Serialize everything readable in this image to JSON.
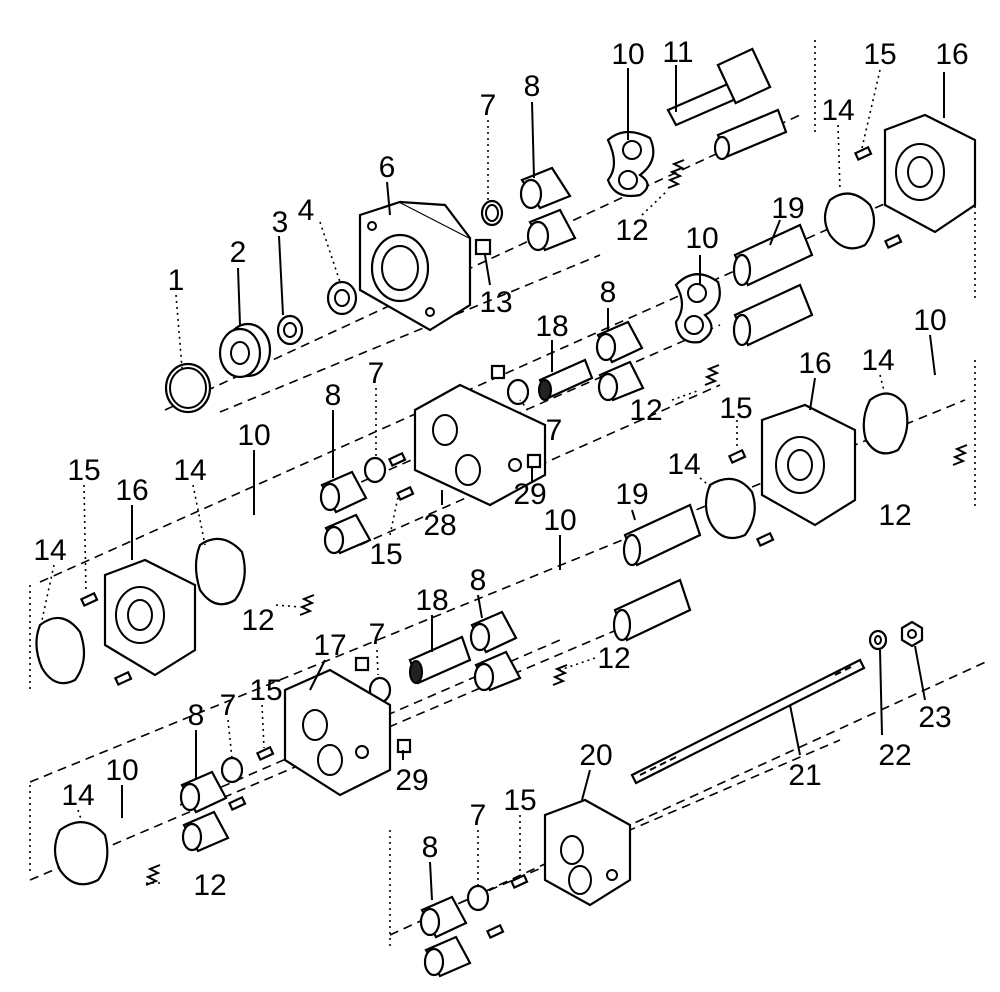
{
  "callouts": [
    {
      "id": "c1",
      "text": "1"
    },
    {
      "id": "c2",
      "text": "2"
    },
    {
      "id": "c3",
      "text": "3"
    },
    {
      "id": "c4",
      "text": "4"
    },
    {
      "id": "c6",
      "text": "6"
    },
    {
      "id": "c7a",
      "text": "7"
    },
    {
      "id": "c8a",
      "text": "8"
    },
    {
      "id": "c10a",
      "text": "10"
    },
    {
      "id": "c11",
      "text": "11"
    },
    {
      "id": "c12a",
      "text": "12"
    },
    {
      "id": "c13",
      "text": "13"
    },
    {
      "id": "c14a",
      "text": "14"
    },
    {
      "id": "c15a",
      "text": "15"
    },
    {
      "id": "c16a",
      "text": "16"
    },
    {
      "id": "c19a",
      "text": "19"
    },
    {
      "id": "c10b",
      "text": "10"
    },
    {
      "id": "c8b",
      "text": "8"
    },
    {
      "id": "c18a",
      "text": "18"
    },
    {
      "id": "c12b",
      "text": "12"
    },
    {
      "id": "c7b",
      "text": "7"
    },
    {
      "id": "c8c",
      "text": "8"
    },
    {
      "id": "c7c",
      "text": "7"
    },
    {
      "id": "c15b",
      "text": "15"
    },
    {
      "id": "c29a",
      "text": "29"
    },
    {
      "id": "c28",
      "text": "28"
    },
    {
      "id": "c15c",
      "text": "15"
    },
    {
      "id": "c16b",
      "text": "16"
    },
    {
      "id": "c14b",
      "text": "14"
    },
    {
      "id": "c10c",
      "text": "10"
    },
    {
      "id": "c12c",
      "text": "12"
    },
    {
      "id": "c14c",
      "text": "14"
    },
    {
      "id": "c19b",
      "text": "19"
    },
    {
      "id": "c10d",
      "text": "10"
    },
    {
      "id": "c12d",
      "text": "12"
    },
    {
      "id": "c15d",
      "text": "15"
    },
    {
      "id": "c16c",
      "text": "16"
    },
    {
      "id": "c14d",
      "text": "14"
    },
    {
      "id": "c10e",
      "text": "10"
    },
    {
      "id": "c14e",
      "text": "14"
    },
    {
      "id": "c12e",
      "text": "12"
    },
    {
      "id": "c8d",
      "text": "8"
    },
    {
      "id": "c18b",
      "text": "18"
    },
    {
      "id": "c7d",
      "text": "7"
    },
    {
      "id": "c17",
      "text": "17"
    },
    {
      "id": "c15e",
      "text": "15"
    },
    {
      "id": "c8e",
      "text": "8"
    },
    {
      "id": "c7e",
      "text": "7"
    },
    {
      "id": "c29b",
      "text": "29"
    },
    {
      "id": "c14f",
      "text": "14"
    },
    {
      "id": "c10f",
      "text": "10"
    },
    {
      "id": "c12f",
      "text": "12"
    },
    {
      "id": "c20",
      "text": "20"
    },
    {
      "id": "c21",
      "text": "21"
    },
    {
      "id": "c22",
      "text": "22"
    },
    {
      "id": "c23",
      "text": "23"
    },
    {
      "id": "c15f",
      "text": "15"
    },
    {
      "id": "c7f",
      "text": "7"
    },
    {
      "id": "c8f",
      "text": "8"
    }
  ]
}
